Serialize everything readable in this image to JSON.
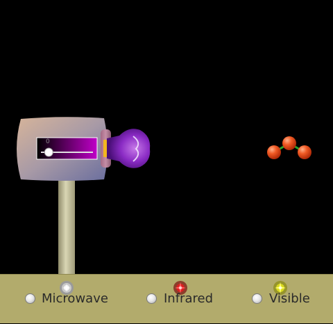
{
  "emitter": {
    "intensity": 0.15,
    "lamp_color": "#8a2bc4"
  },
  "molecule": {
    "atom_color": "#e8451a",
    "bond_color": "#2aa52a"
  },
  "light_source_options": [
    {
      "label": "Microwave",
      "icon": "microwave-icon",
      "selected": false,
      "icon_color": "#b8b8b8"
    },
    {
      "label": "Infrared",
      "icon": "infrared-icon",
      "selected": false,
      "icon_color": "#e02020"
    },
    {
      "label": "Visible",
      "icon": "visible-icon",
      "selected": false,
      "icon_color": "#e8e820"
    }
  ],
  "colors": {
    "background": "#000000",
    "control_panel": "#b2ab6c"
  }
}
